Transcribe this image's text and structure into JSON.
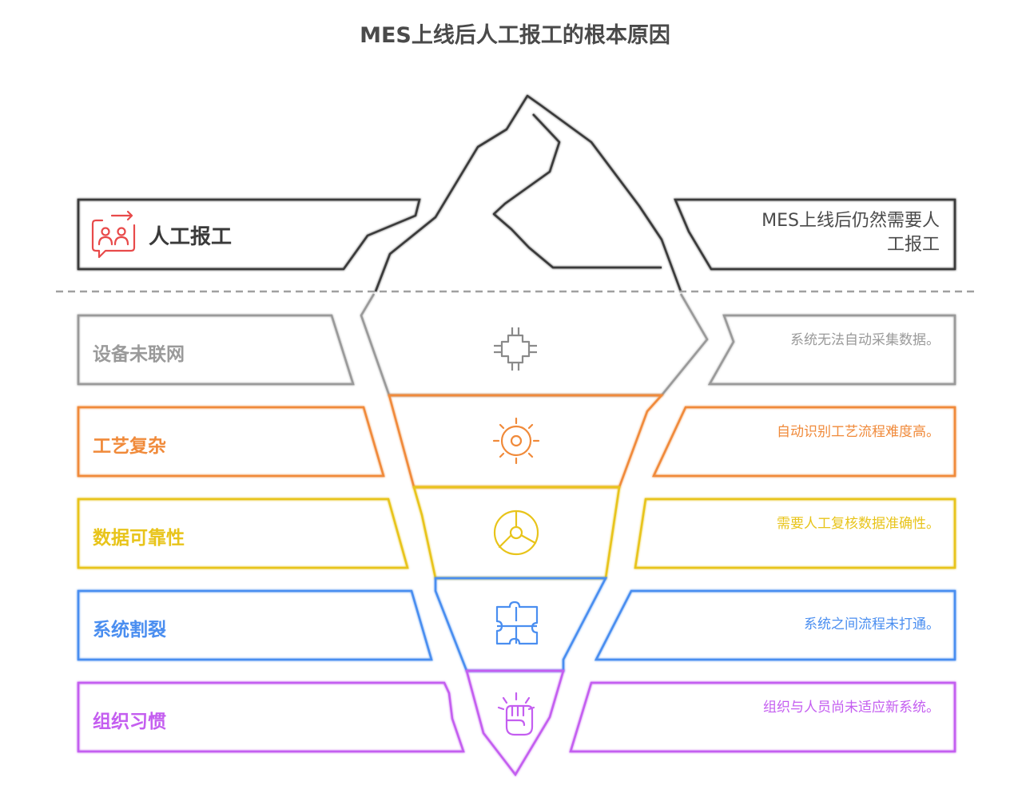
{
  "title": "MES上线后人工报工的根本原因",
  "top": {
    "left_label": "人工报工",
    "left_icon": "people-exchange-icon",
    "right_text": "MES上线后仍然需要人工报工"
  },
  "causes": [
    {
      "label": "设备未联网",
      "description": "系统无法自动采集数据。",
      "icon": "network-chip-icon",
      "color": "#9a9a9a"
    },
    {
      "label": "工艺复杂",
      "description": "自动识别工艺流程难度高。",
      "icon": "gear-sun-icon",
      "color": "#f08a3a"
    },
    {
      "label": "数据可靠性",
      "description": "需要人工复核数据准确性。",
      "icon": "pie-chart-icon",
      "color": "#e8c41a"
    },
    {
      "label": "系统割裂",
      "description": "系统之间流程未打通。",
      "icon": "puzzle-icon",
      "color": "#4a8ef0"
    },
    {
      "label": "组织习惯",
      "description": "组织与人员尚未适应新系统。",
      "icon": "fist-icon",
      "color": "#c45ef0"
    }
  ]
}
